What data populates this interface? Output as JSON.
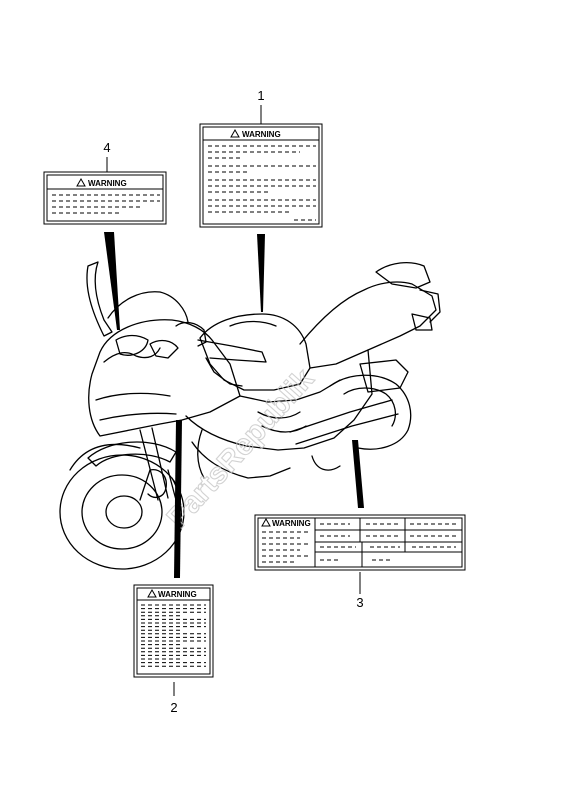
{
  "callouts": [
    {
      "number": "1",
      "label_heading": "WARNING"
    },
    {
      "number": "2",
      "label_heading": "WARNING"
    },
    {
      "number": "3",
      "label_heading": "WARNING"
    },
    {
      "number": "4",
      "label_heading": "WARNING"
    }
  ],
  "watermark": "PartsRepublik",
  "colors": {
    "line": "#000000",
    "watermark": "#c7c7c7"
  },
  "icons": [
    "warning-triangle-icon"
  ]
}
